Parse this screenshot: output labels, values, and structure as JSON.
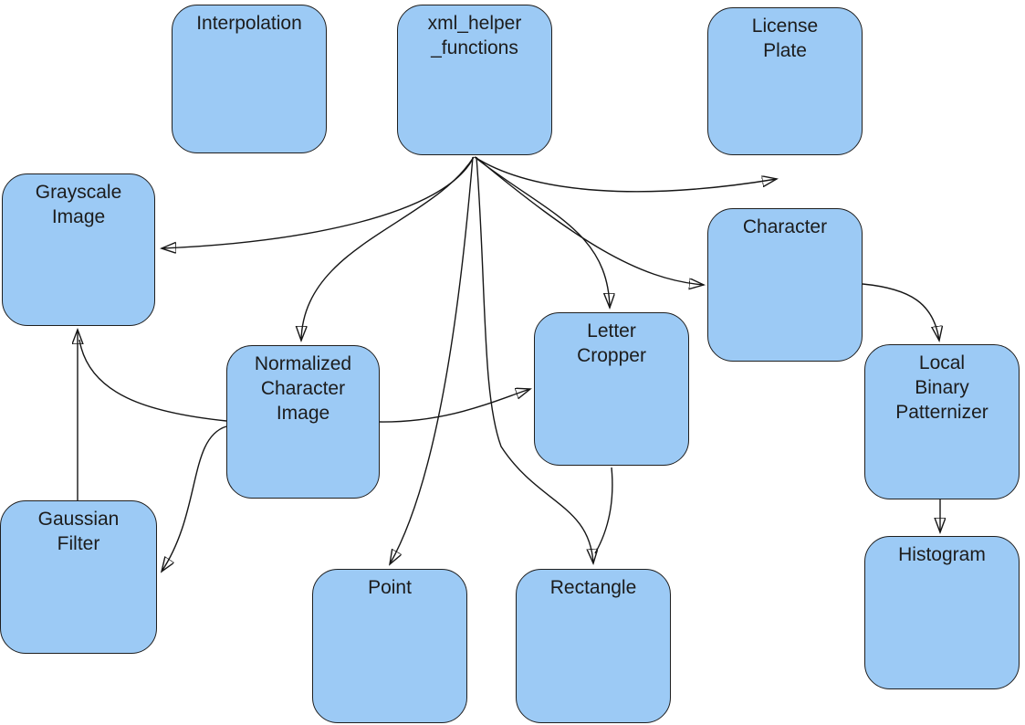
{
  "diagram": {
    "title": "class dependency diagram",
    "background_color": "#ffffff",
    "node_fill_color": "#9ccaf5",
    "node_border_color": "#1f1f1f",
    "edge_color": "#161616",
    "text_color": "#1c1c1c",
    "nodes": [
      {
        "id": "interpolation",
        "label": "Interpolation"
      },
      {
        "id": "xml_helper_functions",
        "label": "xml_helper\n_functions"
      },
      {
        "id": "license_plate",
        "label": "License\nPlate"
      },
      {
        "id": "grayscale_image",
        "label": "Grayscale\nImage"
      },
      {
        "id": "character",
        "label": "Character"
      },
      {
        "id": "normalized_character_image",
        "label": "Normalized\nCharacter\nImage"
      },
      {
        "id": "letter_cropper",
        "label": "Letter\nCropper"
      },
      {
        "id": "local_binary_patternizer",
        "label": "Local\nBinary\nPatternizer"
      },
      {
        "id": "gaussian_filter",
        "label": "Gaussian\nFilter"
      },
      {
        "id": "point",
        "label": "Point"
      },
      {
        "id": "rectangle",
        "label": "Rectangle"
      },
      {
        "id": "histogram",
        "label": "Histogram"
      }
    ],
    "edges": [
      {
        "from": "xml_helper_functions",
        "to": "license_plate"
      },
      {
        "from": "xml_helper_functions",
        "to": "grayscale_image"
      },
      {
        "from": "xml_helper_functions",
        "to": "normalized_character_image"
      },
      {
        "from": "xml_helper_functions",
        "to": "character"
      },
      {
        "from": "xml_helper_functions",
        "to": "letter_cropper"
      },
      {
        "from": "xml_helper_functions",
        "to": "point"
      },
      {
        "from": "xml_helper_functions",
        "to": "rectangle"
      },
      {
        "from": "letter_cropper",
        "to": "rectangle"
      },
      {
        "from": "normalized_character_image",
        "to": "grayscale_image"
      },
      {
        "from": "normalized_character_image",
        "to": "gaussian_filter"
      },
      {
        "from": "normalized_character_image",
        "to": "letter_cropper"
      },
      {
        "from": "gaussian_filter",
        "to": "grayscale_image"
      },
      {
        "from": "character",
        "to": "local_binary_patternizer"
      },
      {
        "from": "local_binary_patternizer",
        "to": "histogram"
      }
    ]
  }
}
